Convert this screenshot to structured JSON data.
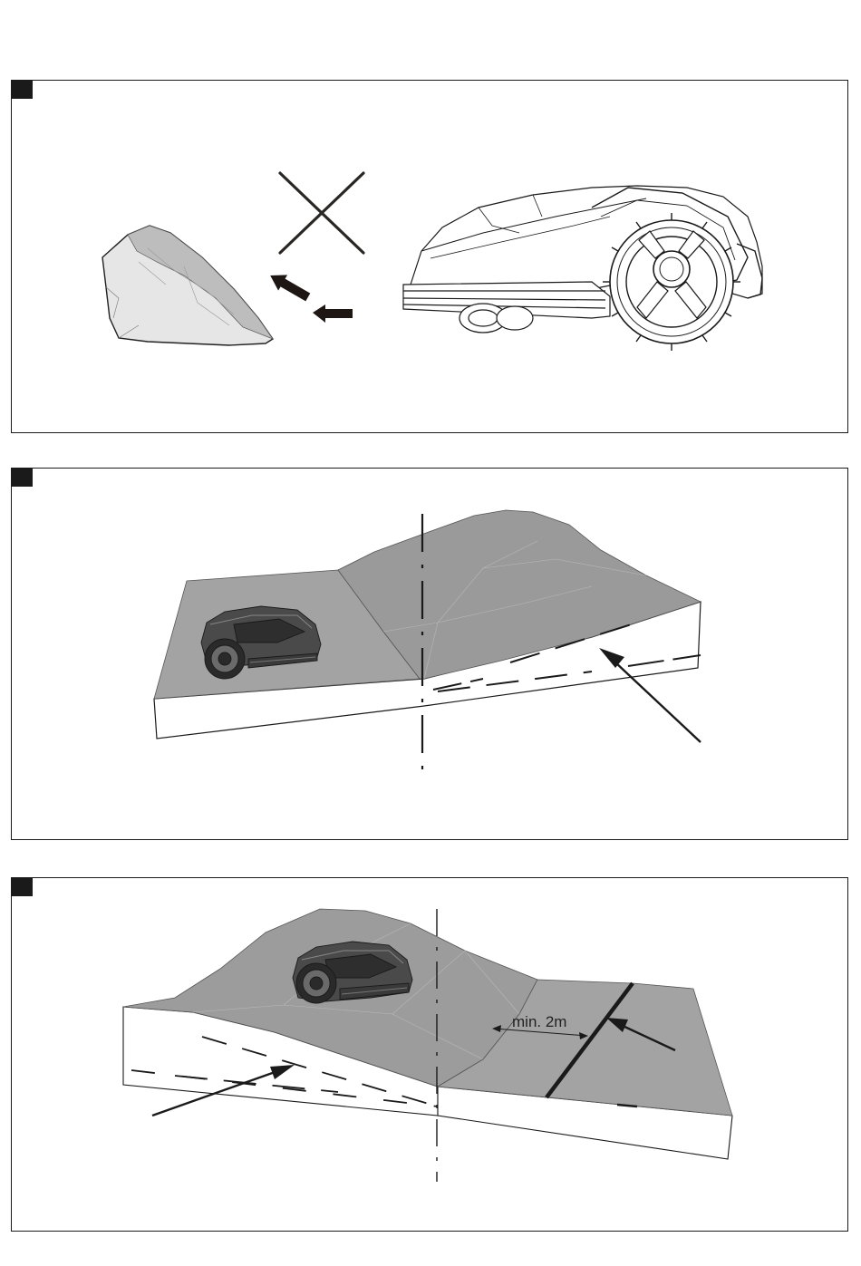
{
  "panels": [
    {
      "id": "panel-1",
      "marker_color": "#1a1a1a"
    },
    {
      "id": "panel-2",
      "marker_color": "#1a1a1a"
    },
    {
      "id": "panel-3",
      "marker_color": "#1a1a1a",
      "distance_label": "min. 2m"
    }
  ],
  "colors": {
    "terrain": "#a3a3a3",
    "terrain_dark": "#8e8e8e",
    "terrain_side": "#ffffff",
    "line": "#1a1a1a",
    "mower_body": "#3a3a3a"
  }
}
